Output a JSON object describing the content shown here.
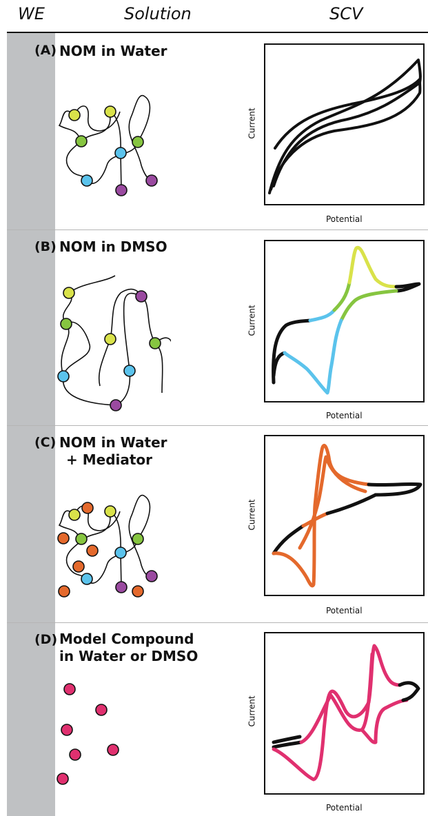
{
  "header": {
    "we": "WE",
    "solution": "Solution",
    "scv": "SCV"
  },
  "panels": [
    {
      "label": "(A)",
      "title_line1": "NOM in Water",
      "title_line2": "",
      "xlabel": "Potential",
      "ylabel": "Current"
    },
    {
      "label": "(B)",
      "title_line1": "NOM in DMSO",
      "title_line2": "",
      "xlabel": "Potential",
      "ylabel": "Current"
    },
    {
      "label": "(C)",
      "title_line1": "NOM in Water",
      "title_line2": "+ Mediator",
      "xlabel": "Potential",
      "ylabel": "Current"
    },
    {
      "label": "(D)",
      "title_line1": "Model Compound",
      "title_line2": "in Water or DMSO",
      "xlabel": "Potential",
      "ylabel": "Current"
    }
  ],
  "colors": {
    "yellow": "#d9e24a",
    "green": "#86c540",
    "blue": "#5bc3ec",
    "purple": "#9a4aa0",
    "orange": "#e4692c",
    "pink": "#e0306f",
    "black": "#111111",
    "we_bar": "#bfc1c3"
  }
}
